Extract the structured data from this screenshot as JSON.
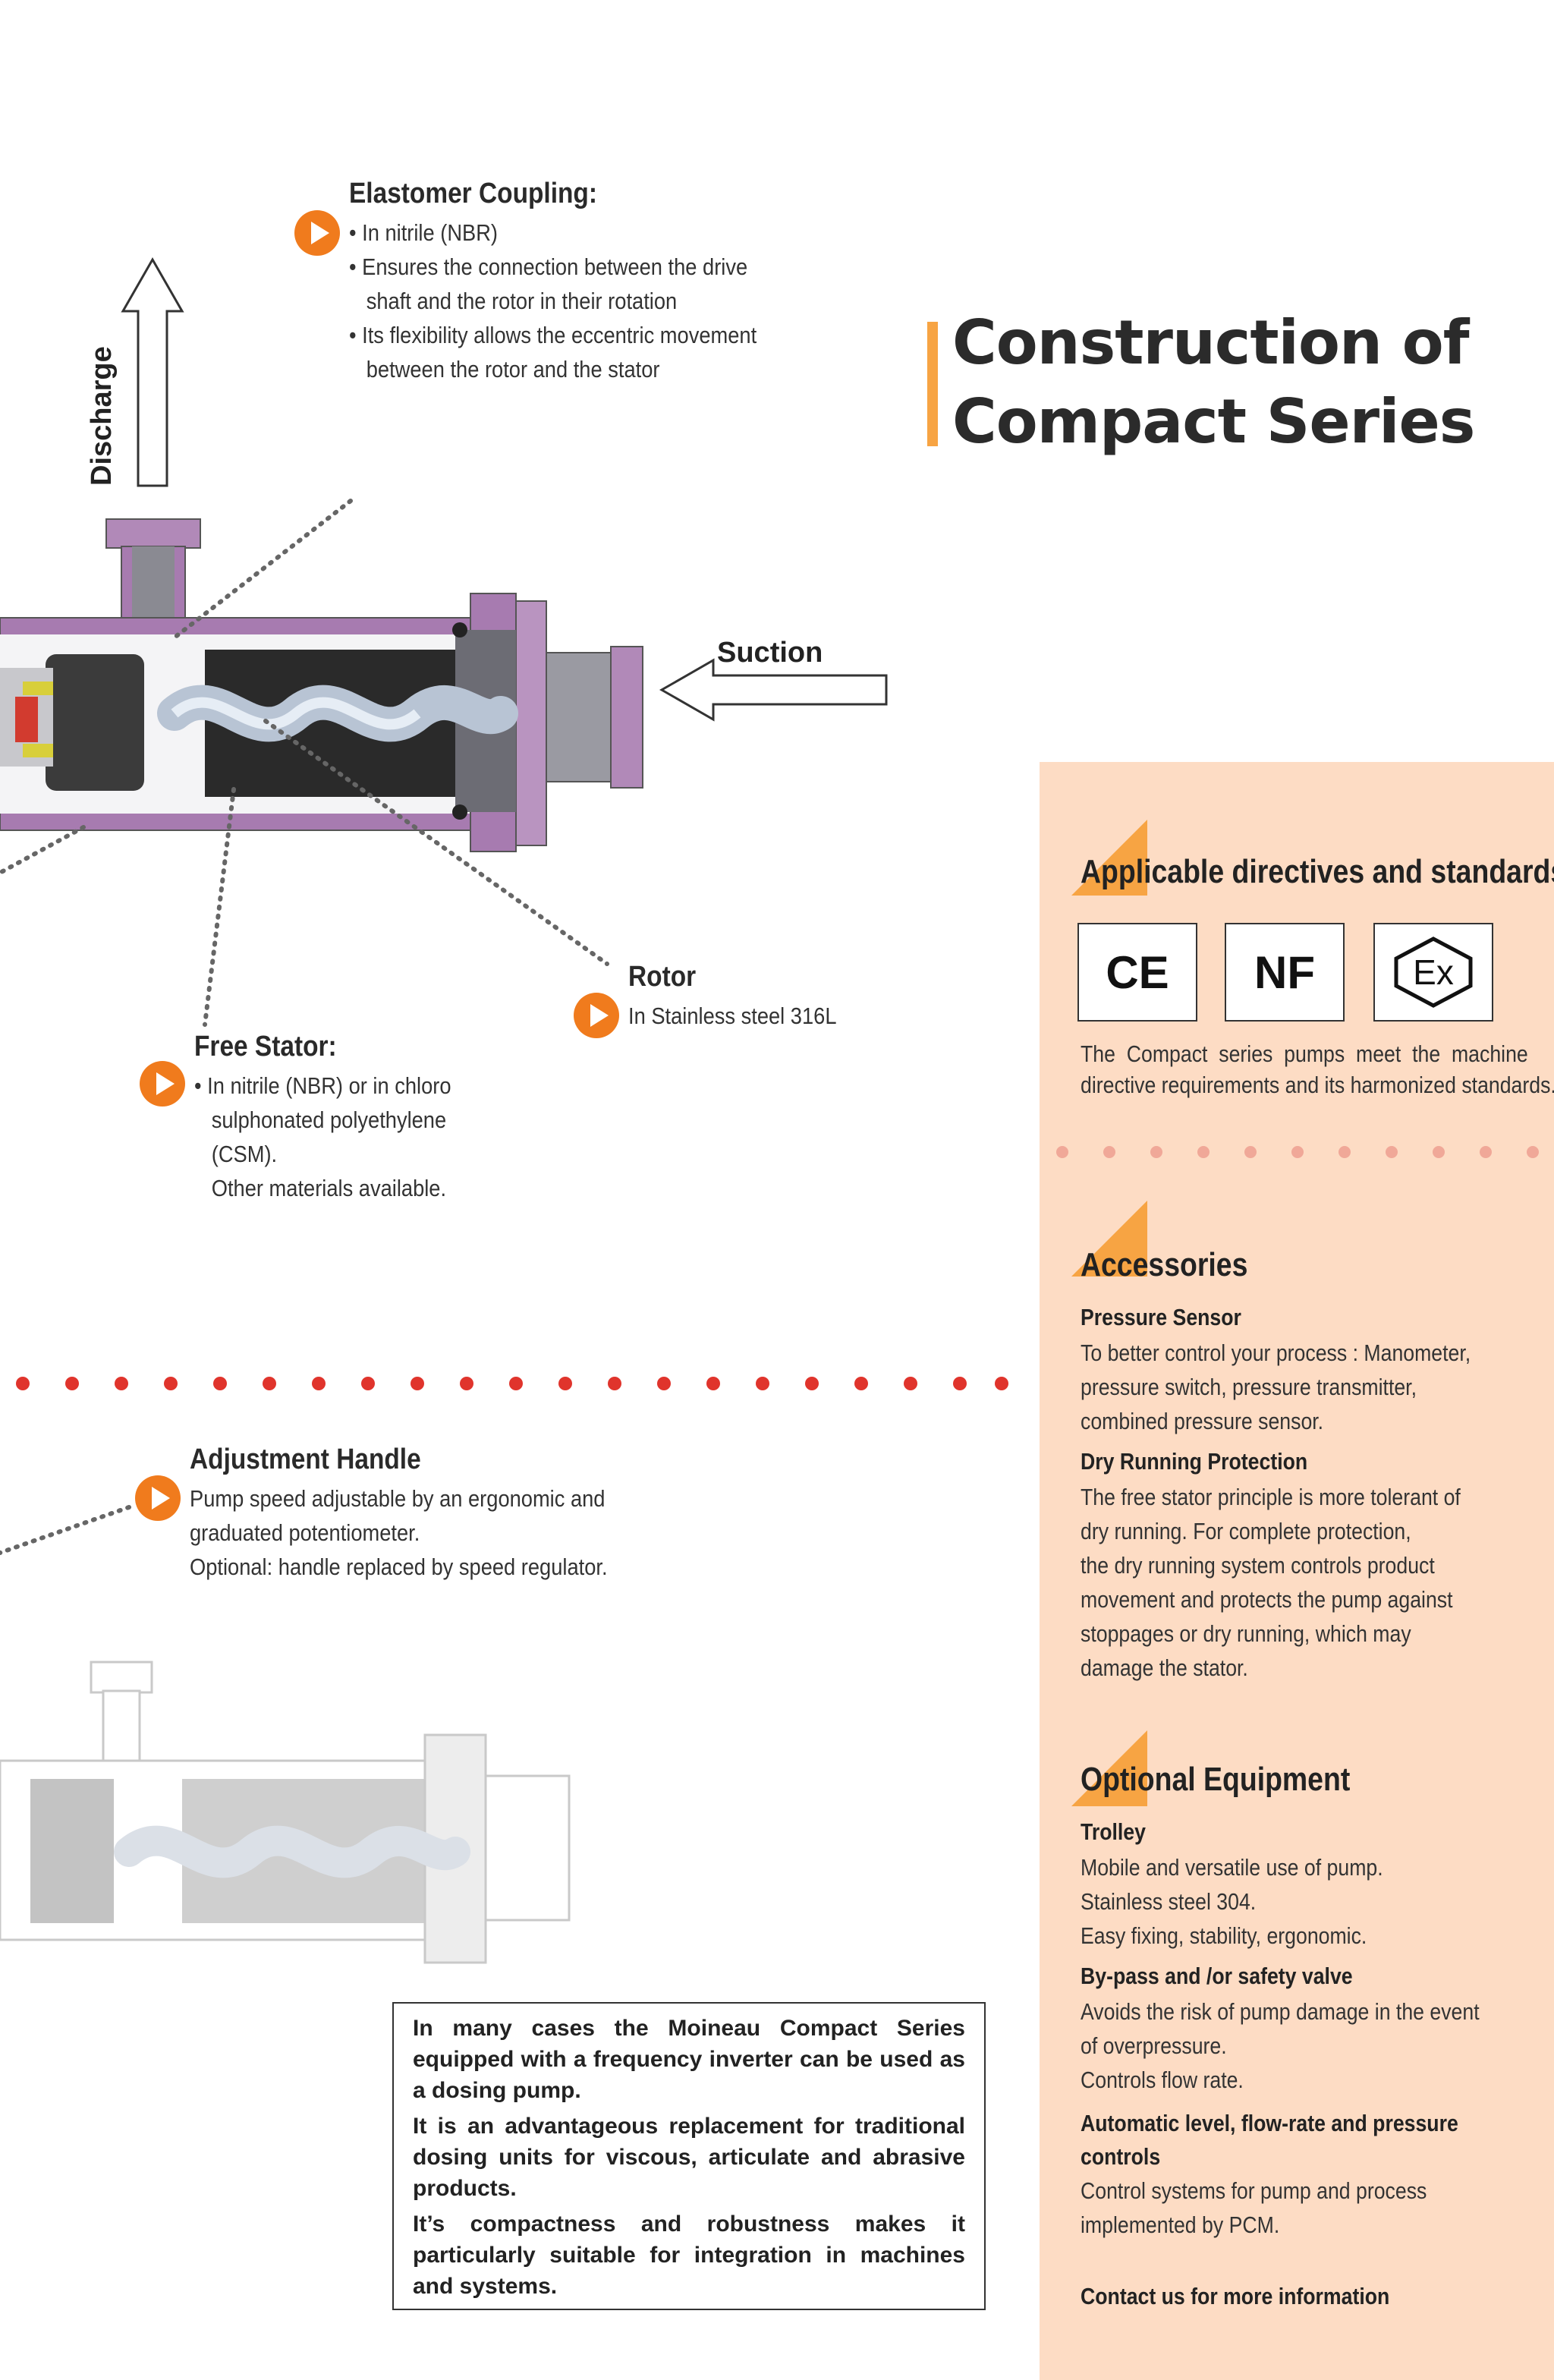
{
  "title": {
    "line1": "Construction of",
    "line2": "Compact Series"
  },
  "diagram": {
    "discharge": "Discharge",
    "suction": "Suction"
  },
  "elastomer_coupling": {
    "title": "Elastomer Coupling:",
    "lines": [
      "• In nitrile (NBR)",
      "• Ensures the connection between the drive",
      "   shaft and the rotor in their rotation",
      "• Its flexibility allows the eccentric movement",
      "   between the rotor and the stator"
    ]
  },
  "rotor": {
    "title": "Rotor",
    "text": "In Stainless steel 316L"
  },
  "free_stator": {
    "title": "Free Stator:",
    "lines": [
      "• In nitrile (NBR) or in chloro",
      "   sulphonated polyethylene",
      "   (CSM).",
      "   Other materials available."
    ]
  },
  "adjustment_handle": {
    "title": "Adjustment Handle",
    "lines": [
      "Pump speed adjustable by an ergonomic and",
      "graduated potentiometer.",
      "Optional: handle replaced by speed regulator."
    ]
  },
  "info_box": [
    "In many cases the Moineau Compact Series equipped with a frequency inverter can be used as a dosing pump.",
    "It is an advantageous replacement for traditional dosing units for viscous, articulate and abrasive products.",
    "It’s compactness and robustness makes it particularly suitable for integration in machines and systems."
  ],
  "directives": {
    "title": "Applicable directives and standards",
    "logos": [
      "CE",
      "NF",
      "Ex"
    ],
    "lines": [
      "The  Compact  series  pumps  meet  the  machine",
      "directive requirements and its harmonized standards."
    ]
  },
  "accessories": {
    "title": "Accessories",
    "items": [
      {
        "name": "Pressure Sensor",
        "lines": [
          "To better control your process : Manometer,",
          "pressure switch, pressure transmitter,",
          "combined pressure sensor."
        ]
      },
      {
        "name": "Dry Running Protection",
        "lines": [
          "The free stator principle is more tolerant of",
          "dry running. For complete protection,",
          "the dry running system controls product",
          "movement and protects the pump against",
          "stoppages or dry running, which may",
          "damage the stator."
        ]
      }
    ]
  },
  "optional_equipment": {
    "title": "Optional Equipment",
    "items": [
      {
        "name": "Trolley",
        "lines": [
          "Mobile and versatile use of pump.",
          "Stainless steel 304.",
          "Easy fixing, stability, ergonomic."
        ]
      },
      {
        "name": "By-pass and /or safety valve",
        "lines": [
          "Avoids the risk of pump damage in the event",
          "of overpressure.",
          "Controls flow rate."
        ]
      },
      {
        "name": "Automatic level, flow-rate and pressure",
        "name2": "controls",
        "lines": [
          "Control systems for pump and process",
          "implemented by PCM."
        ]
      }
    ]
  },
  "contact": "Contact us for more information",
  "colors": {
    "accent_orange": "#f07b1d",
    "title_bar": "#f7a443",
    "panel": "#fddcc4",
    "dots_red": "#e0342c",
    "pump_purple": "#a77bb0"
  }
}
